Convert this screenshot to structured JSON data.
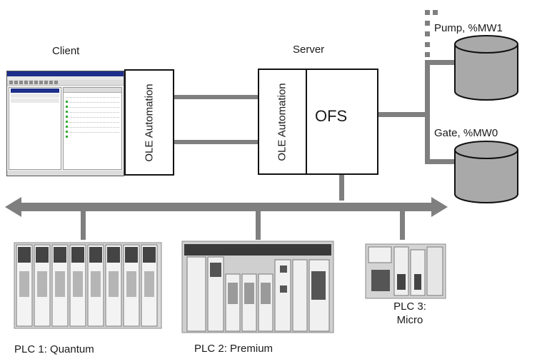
{
  "labels": {
    "client": "Client",
    "server": "Server",
    "ole_client": "OLE Automation",
    "ole_server": "OLE Automation",
    "ofs": "OFS",
    "pump": "Pump, %MW1",
    "gate": "Gate, %MW0",
    "plc1": "PLC 1: Quantum",
    "plc2": "PLC 2: Premium",
    "plc3_line1": "PLC 3:",
    "plc3_line2": "Micro"
  },
  "colors": {
    "bus": "#808080",
    "cylinder_fill": "#a9a9a9",
    "outline": "#111111"
  },
  "icons": {
    "client_window": "application-window-screenshot",
    "database": "cylinder-database",
    "plc": "plc-rack-photo"
  }
}
